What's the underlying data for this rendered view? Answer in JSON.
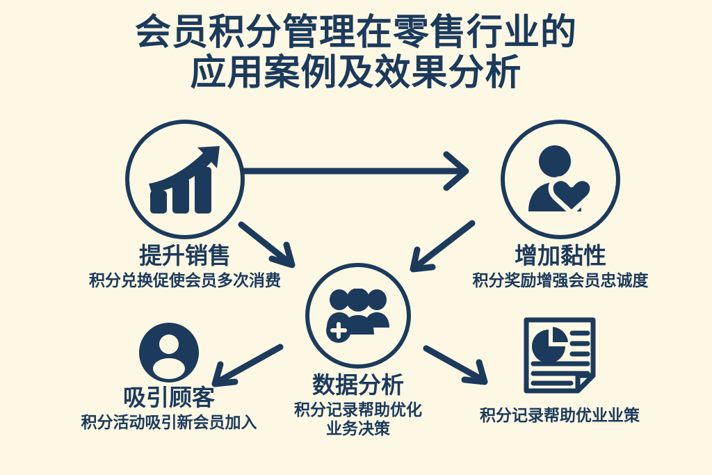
{
  "background_color": "#fdf8e4",
  "accent_color": "#1b3a5c",
  "title": {
    "line1": "会员积分管理在零售行业的",
    "line2": "应用案例及效果分析"
  },
  "nodes": [
    {
      "id": "sales",
      "icon": "growth-bar-chart-arrow-icon",
      "label": "提升销售",
      "desc": "积分兑换促使会员多次消费"
    },
    {
      "id": "loyalty",
      "icon": "person-with-heart-icon",
      "label": "增加黏性",
      "desc": "积分奖励增强会员忠诚度"
    },
    {
      "id": "data",
      "icon": "group-add-people-icon",
      "label": "数据分析",
      "desc_line1": "积分记录帮助优化",
      "desc_line2": "业务决策"
    },
    {
      "id": "attract",
      "icon": "user-avatar-icon",
      "label": "吸引顾客",
      "desc": "积分活动吸引新会员加入"
    },
    {
      "id": "report",
      "icon": "document-pie-chart-report-icon",
      "label": "",
      "desc": "积分记录帮助优业业策"
    }
  ],
  "arrows": [
    {
      "name": "arrow-sales-to-loyalty",
      "direction": "right"
    },
    {
      "name": "arrow-sales-to-data",
      "direction": "down-right"
    },
    {
      "name": "arrow-loyalty-to-data",
      "direction": "down-left"
    },
    {
      "name": "arrow-data-to-attract",
      "direction": "down-left"
    },
    {
      "name": "arrow-data-to-report",
      "direction": "down-right"
    }
  ]
}
